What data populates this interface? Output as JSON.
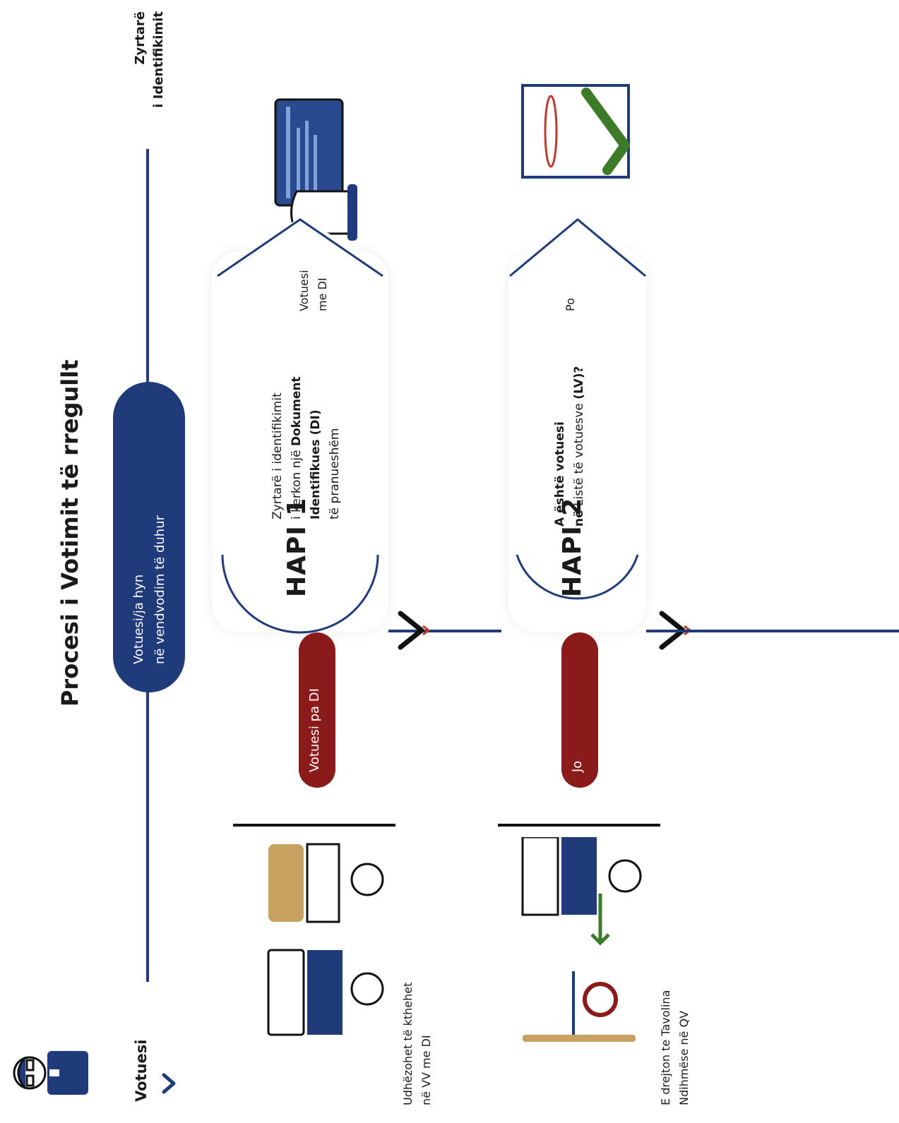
{
  "title": "Procesi i Votimit të  rregullt",
  "voter_label": "Votuesi",
  "official_label": {
    "line1": "Zyrtarë",
    "line2": "i Identifikimit"
  },
  "entry_pill": {
    "line1": "Votuesi/ja hyn",
    "line2": "në vendvodim  të duhur"
  },
  "steps": [
    {
      "label": "HAPI  1",
      "text_lines": [
        "Zyrtarë i identifikimit",
        "i kerkon një "
      ],
      "text_bold_1": "Dokument",
      "text_bold_2": "Identifikues (DI)",
      "text_tail": "të pranueshëm",
      "yes_label": {
        "line1": "Votuesi",
        "line2": "me DI"
      },
      "no_label": "Votuesi pa DI",
      "no_outcome": {
        "line1": "Udhëzohet  të kthehet",
        "line2": "në VV me DI"
      }
    },
    {
      "label": "HAPI  2",
      "text_bold": "A është votuesi",
      "text_line2_bold": "në",
      "text_line2_rest": " Listë  të votuesve ",
      "text_line2_bold_end": "(LV)?",
      "yes_label": "Po",
      "no_label": "Jo",
      "no_outcome": {
        "line1": "E drejton te Tavolina",
        "line2": "Ndihmëse në QV"
      }
    }
  ],
  "colors": {
    "navy": "#1f3b7a",
    "red": "#8b1a1a",
    "orange": "#c0392b",
    "green": "#3d7a2a",
    "tan": "#c8a060"
  },
  "icons": [
    "voter-figure-icon",
    "chevron-right-icon",
    "id-card-hand-icon",
    "ballot-checkmark-icon",
    "two-voters-icon",
    "voter-figure-icon",
    "helpdesk-officer-icon",
    "down-arrow-icon"
  ]
}
